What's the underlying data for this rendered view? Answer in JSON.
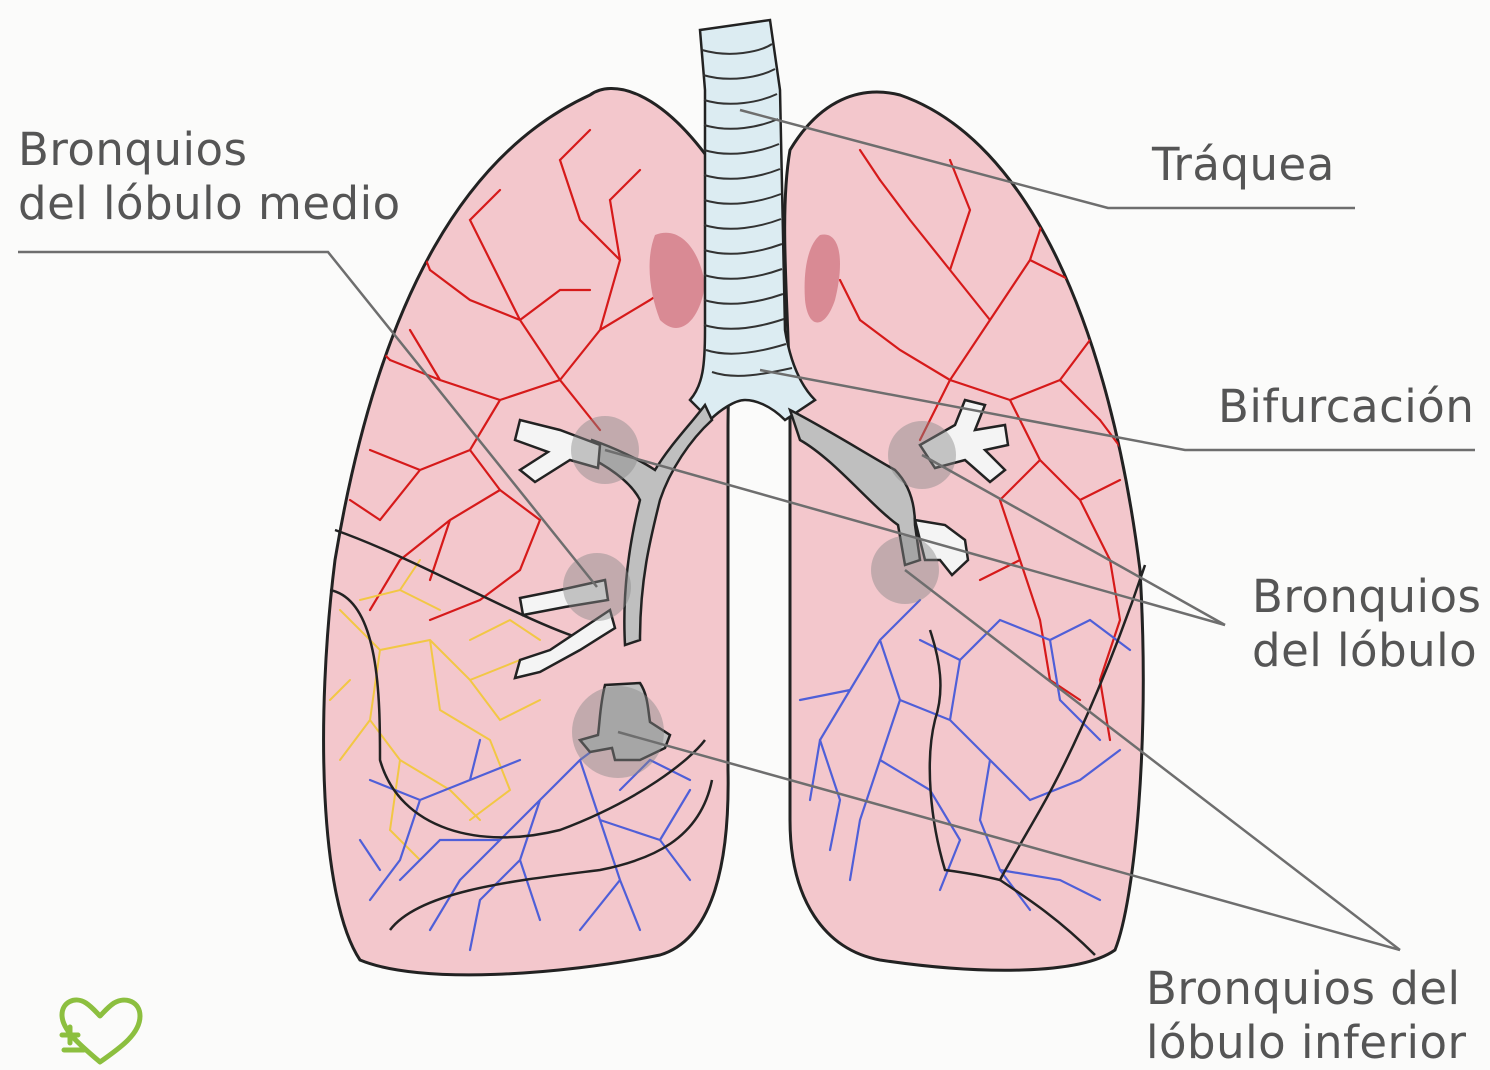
{
  "labels": {
    "middle_lobe_bronchi": [
      "Bronquios",
      "del lóbulo medio"
    ],
    "trachea": "Tráquea",
    "bifurcation": "Bifurcación",
    "lobe_bronchi": [
      "Bronquios",
      "del lóbulo"
    ],
    "lower_lobe_bronchi": [
      "Bronquios del",
      "lóbulo inferior"
    ]
  },
  "colors": {
    "lung_fill": "#f3c7cc",
    "lung_outline": "#222222",
    "trachea_fill": "#dcecf2",
    "artery_red": "#d61a1a",
    "vein_blue": "#4f5fd8",
    "yellow_vessels": "#f2c744",
    "leader_line": "#6e6e6e",
    "logo_green": "#8cbf3f"
  },
  "icons": {
    "logo": "heart-cross-logo-icon"
  }
}
